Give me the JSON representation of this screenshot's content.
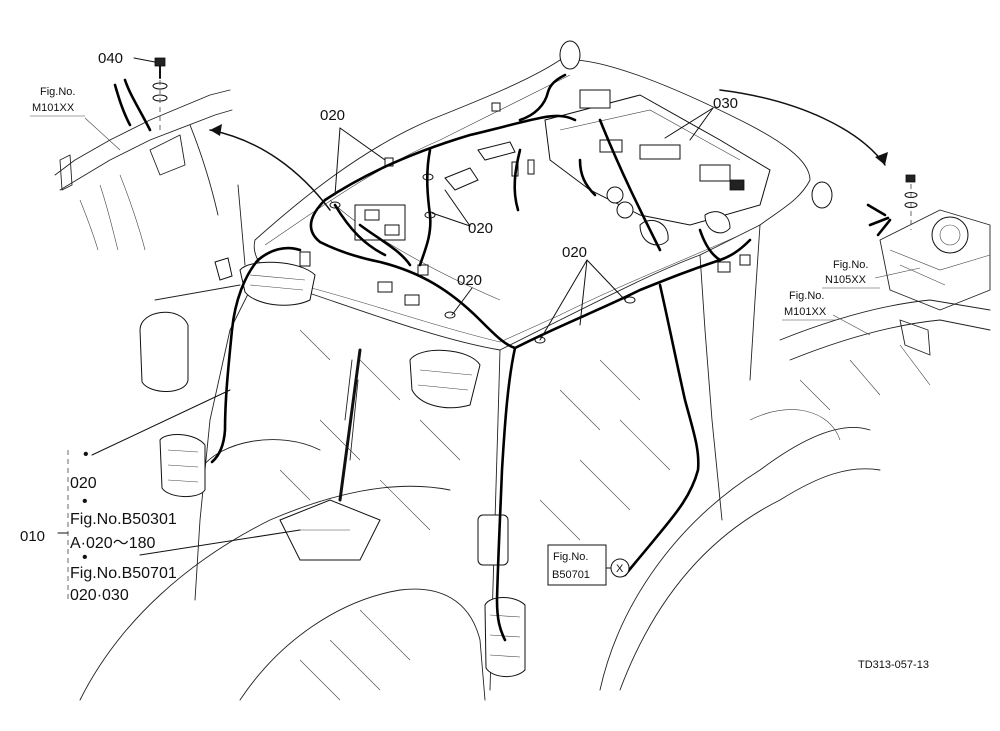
{
  "callouts": {
    "c040": "040",
    "c020_top": "020",
    "c030": "030",
    "c020_mid": "020",
    "c020_center": "020",
    "c020_right": "020",
    "c010": "010"
  },
  "fig_refs": {
    "top_left": {
      "label": "Fig.No.",
      "number": "M101XX"
    },
    "right_upper": {
      "label": "Fig.No.",
      "number": "N105XX"
    },
    "right_lower": {
      "label": "Fig.No.",
      "number": "M101XX"
    },
    "bottom": {
      "label": "Fig.No.",
      "number": "B50701",
      "marker": "X"
    }
  },
  "legend": {
    "line1": "020",
    "line2": "Fig.No.B50301",
    "line3": "A·020～180",
    "line4": "Fig.No.B50701",
    "line5": "020·030",
    "bullet": "•"
  },
  "drawing_id": "TD313-057-13"
}
